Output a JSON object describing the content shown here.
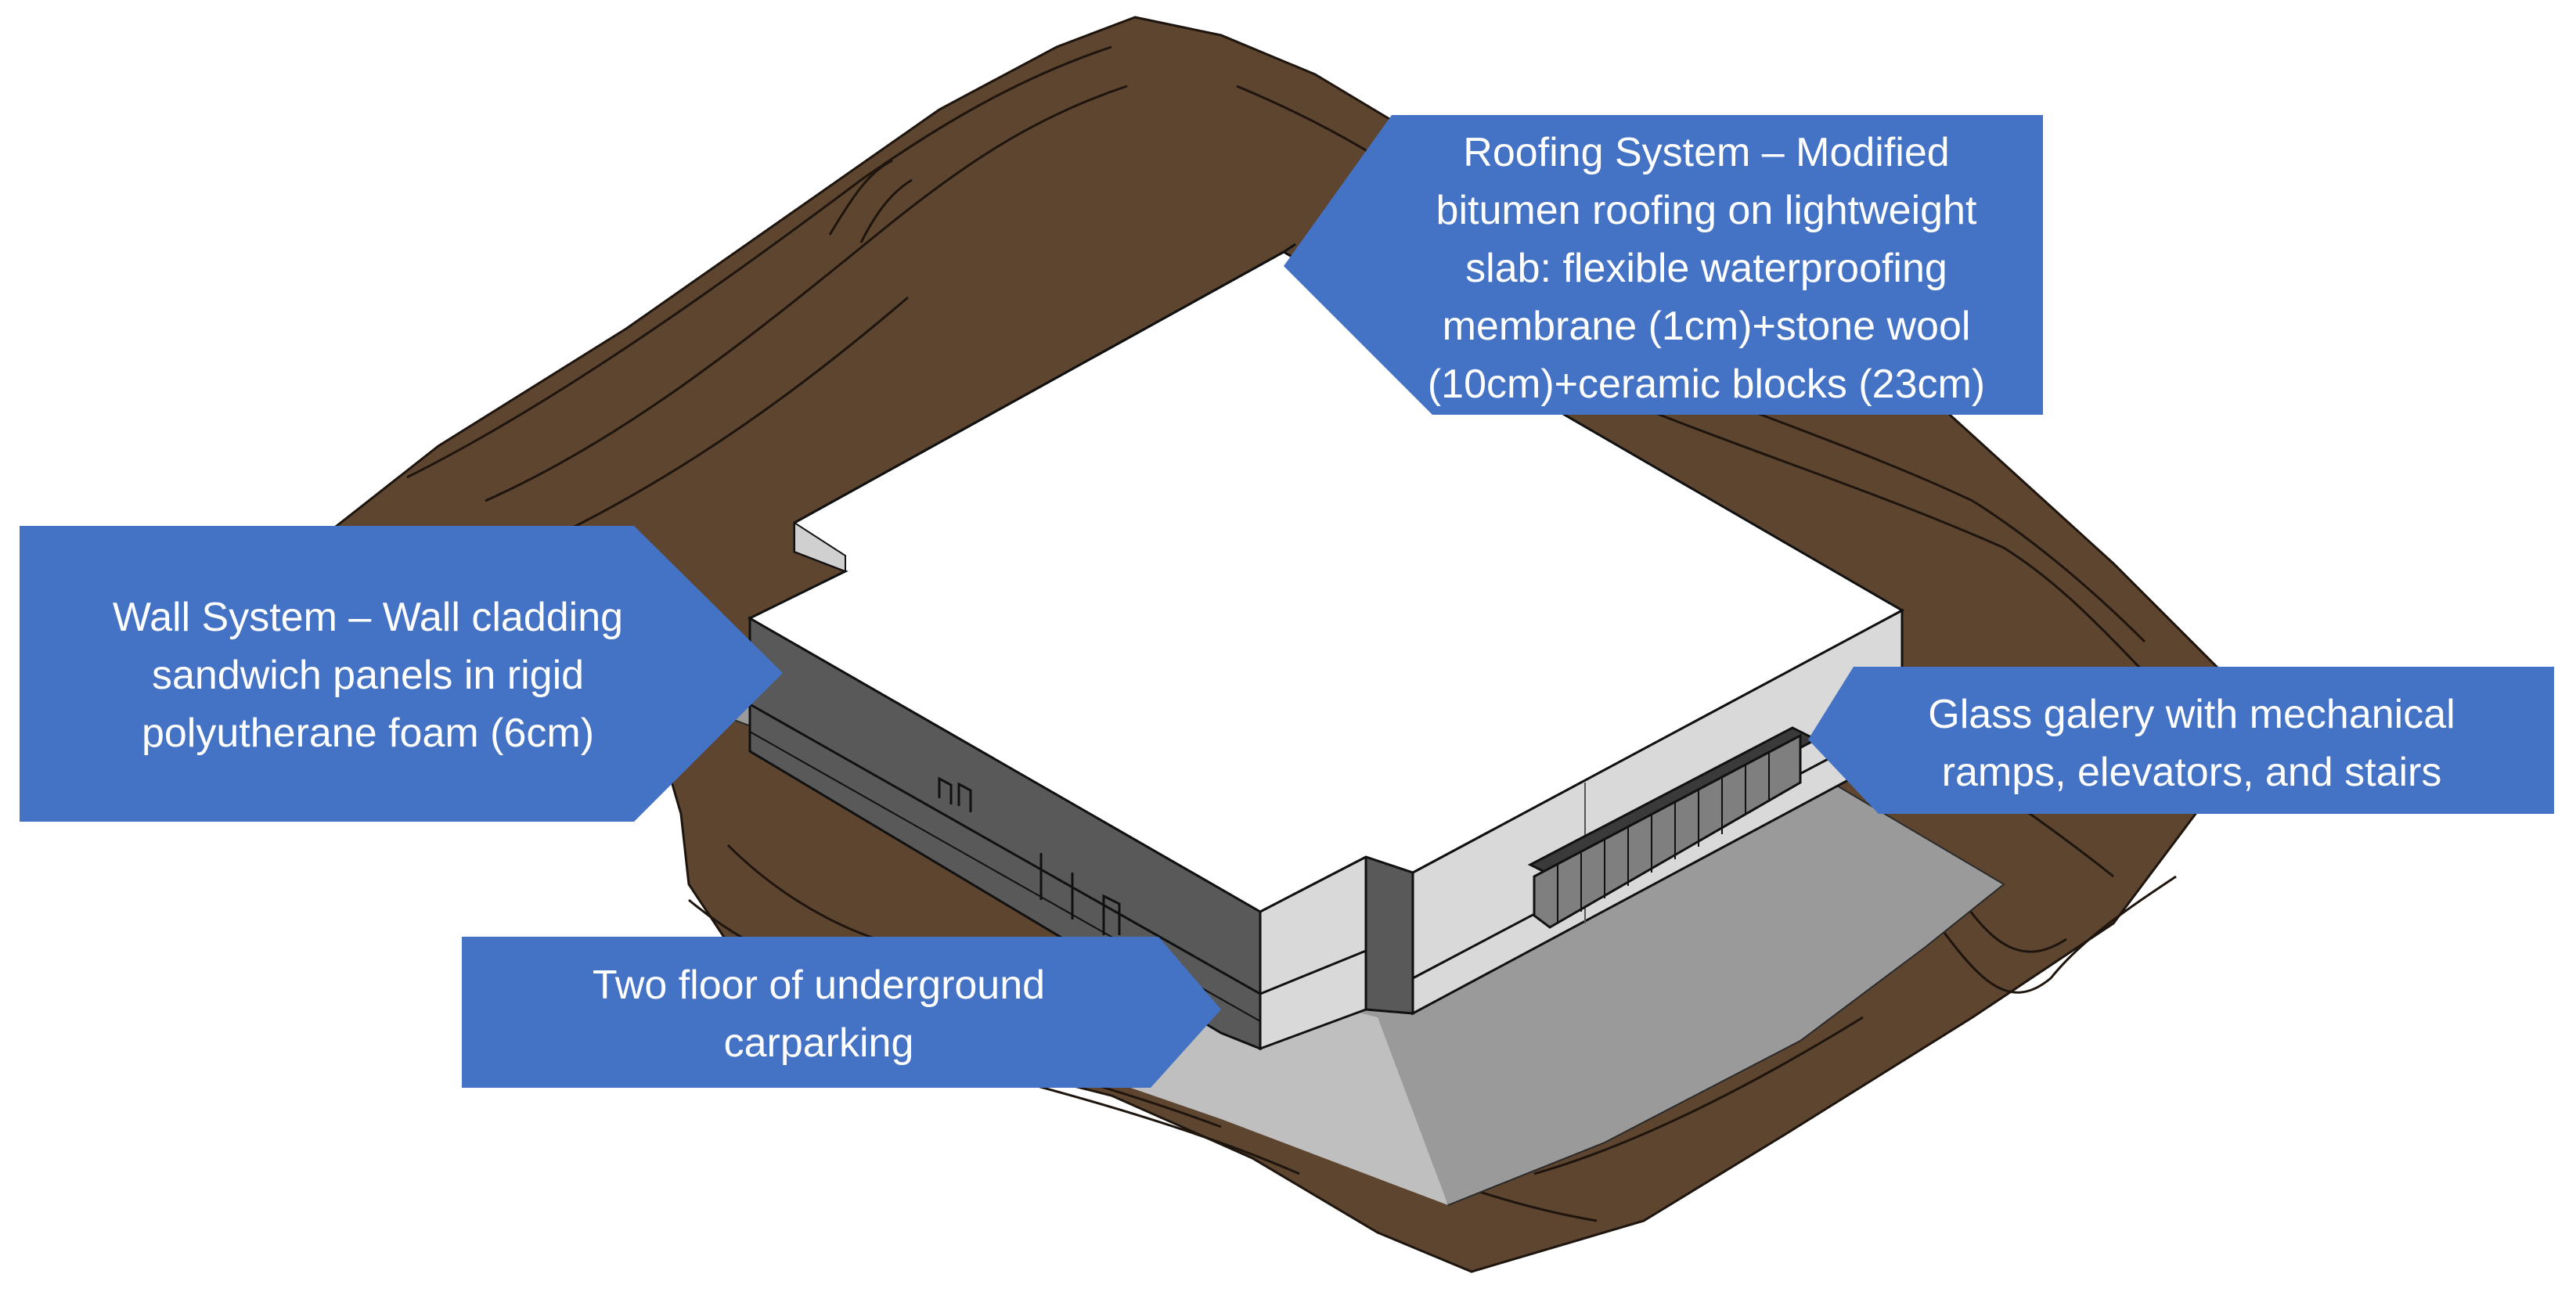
{
  "callouts": {
    "roofing": "Roofing System – Modified\nbitumen roofing on lightweight\nslab: flexible waterproofing\nmembrane (1cm)+stone wool\n(10cm)+ceramic blocks (23cm)",
    "wall": "Wall System – Wall cladding\nsandwich panels in rigid\npolyutherane foam (6cm)",
    "glass": "Glass galery with mechanical\nramps, elevators, and stairs",
    "parking": "Two floor of underground\ncarparking"
  },
  "colors": {
    "callout_fill": "#4472C4",
    "terrain": "#5E4530",
    "terrain_lines": "#1E150E",
    "ground": "#9A9A9A",
    "roof": "#FFFFFF",
    "wall_dark": "#595959",
    "wall_light": "#D9D9D9"
  }
}
